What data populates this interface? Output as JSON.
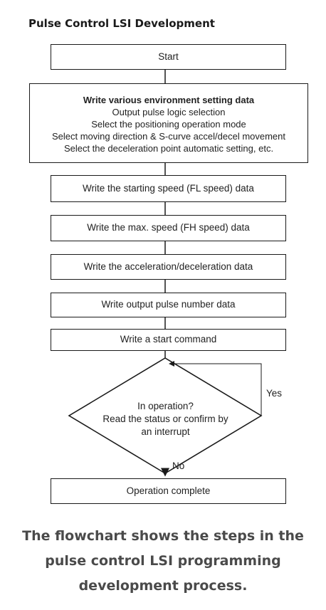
{
  "title": "Pulse Control LSI Development",
  "flowchart": {
    "start": "Start",
    "env_heading": "Write various environment setting data",
    "env_lines": [
      "Output pulse logic selection",
      "Select the positioning operation mode",
      "Select moving direction & S-curve accel/decel movement",
      "Select the deceleration point automatic setting, etc."
    ],
    "steps": [
      "Write the starting speed (FL speed) data",
      "Write the max. speed (FH speed) data",
      "Write the acceleration/deceleration data",
      "Write output pulse number data",
      "Write a start command"
    ],
    "decision_lines": [
      "In operation?",
      "Read the status or confirm by",
      "an interrupt"
    ],
    "yes_label": "Yes",
    "no_label": "No",
    "end": "Operation complete"
  },
  "caption_lines": [
    "The flowchart shows the steps in the",
    "pulse control LSI programming",
    "development process."
  ],
  "colors": {
    "line": "#1a1a1a",
    "caption": "#4a4a4a"
  }
}
